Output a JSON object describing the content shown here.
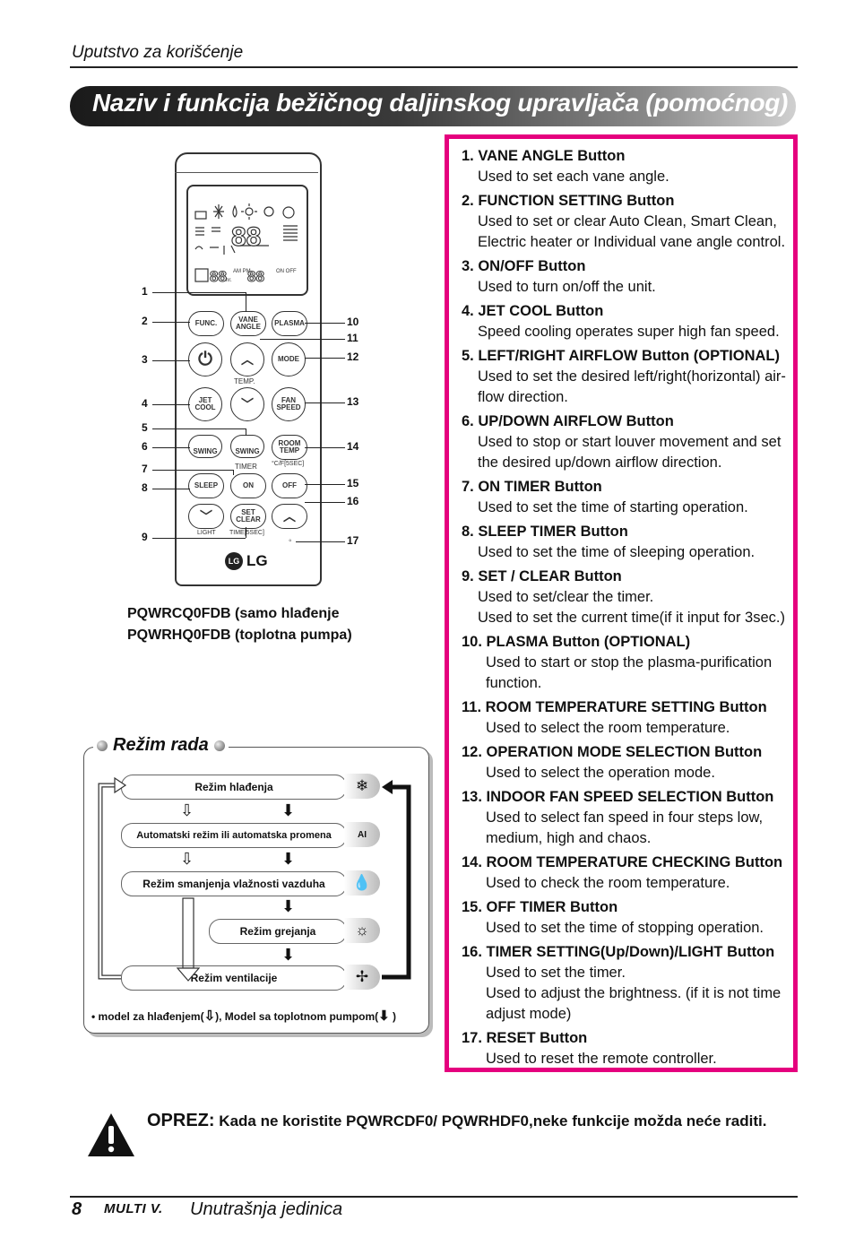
{
  "header": {
    "section": "Uputstvo za korišćenje"
  },
  "title": "Naziv i funkcija bežičnog daljinskog upravljača (pomoćnog)",
  "remote": {
    "lcd": {
      "ampm": "AM PM",
      "onoff": "ON OFF",
      "hr": "hr.",
      "digits": "88"
    },
    "buttons": {
      "func": "FUNC.",
      "vane": "VANE ANGLE",
      "plasma": "PLASMA",
      "mode": "MODE",
      "temp": "TEMP.",
      "jet": "JET COOL",
      "fan": "FAN SPEED",
      "swing1": "SWING",
      "swing2": "SWING",
      "room": "ROOM TEMP",
      "room_sub": "°C/F[5SEC]",
      "timer": "TIMER",
      "sleep": "SLEEP",
      "on": "ON",
      "off": "OFF",
      "set": "SET CLEAR",
      "light": "LIGHT",
      "time": "TIME[5SEC]"
    },
    "brand": "LG",
    "callouts_left": [
      "1",
      "2",
      "3",
      "4",
      "5",
      "6",
      "7",
      "8",
      "9"
    ],
    "callouts_right": [
      "10",
      "11",
      "12",
      "13",
      "14",
      "15",
      "16",
      "17"
    ]
  },
  "models": [
    {
      "code": "PQWRCQ0FDB",
      "desc": " (samo hlađenje"
    },
    {
      "code": "PQWRHQ0FDB",
      "desc": " (toplotna pumpa)"
    }
  ],
  "modes": {
    "title": "Režim rada",
    "items": [
      "Režim hlađenja",
      "Automatski režim ili automatska promena",
      "Režim smanjenja vlažnosti vazduha",
      "Režim grejanja",
      "Režim ventilacije"
    ],
    "icons": [
      "snowflake-icon",
      "auto-ai-icon",
      "droplet-icon",
      "sun-icon",
      "fan-icon"
    ],
    "note_a": "• model za hlađenjem(",
    "note_b": "), Model sa toplotnom pumpom(",
    "note_c": " )"
  },
  "descriptions": [
    {
      "title": "1. VANE ANGLE Button",
      "lines": [
        "Used to set each vane angle."
      ],
      "indent": 1
    },
    {
      "title": "2. FUNCTION SETTING Button",
      "lines": [
        "Used to set or clear Auto Clean, Smart Clean,",
        "Electric heater or Individual vane angle control."
      ],
      "indent": 1
    },
    {
      "title": "3.  ON/OFF Button",
      "lines": [
        " Used to turn on/off the unit."
      ],
      "indent": 1
    },
    {
      "title": "4. JET COOL Button",
      "lines": [
        "Speed cooling operates super high fan speed."
      ],
      "indent": 1
    },
    {
      "title": "5. LEFT/RIGHT AIRFLOW Button (OPTIONAL)",
      "lines": [
        "Used to set the desired left/right(horizontal) air-",
        "flow direction."
      ],
      "indent": 1
    },
    {
      "title": "6. UP/DOWN AIRFLOW Button",
      "lines": [
        "Used to stop or start louver movement and set",
        "the desired up/down airflow direction."
      ],
      "indent": 1
    },
    {
      "title": "7. ON TIMER Button",
      "lines": [
        "Used to set the time of starting operation."
      ],
      "indent": 1
    },
    {
      "title": "8. SLEEP TIMER Button",
      "lines": [
        "Used to set the time of sleeping operation."
      ],
      "indent": 1
    },
    {
      "title": "9. SET / CLEAR Button",
      "lines": [
        "Used to set/clear the timer.",
        "Used to set the current time(if it input for 3sec.)"
      ],
      "indent": 1
    },
    {
      "title": "10. PLASMA Button (OPTIONAL)",
      "lines": [
        "Used to start or stop the plasma-purification",
        "function."
      ],
      "indent": 2
    },
    {
      "title": "11. ROOM TEMPERATURE SETTING Button",
      "lines": [
        "Used to select the room temperature."
      ],
      "indent": 2
    },
    {
      "title": "12. OPERATION MODE SELECTION Button",
      "lines": [
        "Used to select the operation mode."
      ],
      "indent": 2
    },
    {
      "title": "13. INDOOR FAN SPEED SELECTION Button",
      "lines": [
        "Used to select fan speed in four steps low,",
        "medium, high and chaos."
      ],
      "indent": 2
    },
    {
      "title": "14. ROOM TEMPERATURE CHECKING Button",
      "lines": [
        "Used to check the room temperature."
      ],
      "indent": 2
    },
    {
      "title": "15. OFF TIMER Button",
      "lines": [
        "Used to set the time of stopping operation."
      ],
      "indent": 2
    },
    {
      "title": "16. TIMER SETTING(Up/Down)/LIGHT Button",
      "lines": [
        "Used to set the timer.",
        "Used to adjust the brightness. (if it is not time",
        "adjust mode)"
      ],
      "indent": 2
    },
    {
      "title": "17. RESET Button",
      "lines": [
        "Used to reset the remote controller."
      ],
      "indent": 2
    }
  ],
  "caution": {
    "label": "OPREZ:",
    "text": " Kada ne koristite PQWRCDF0/ PQWRHDF0,neke funkcije možda neće raditi."
  },
  "footer": {
    "page": "8",
    "brand": "MULTI V.",
    "text": "Unutrašnja jedinica"
  }
}
